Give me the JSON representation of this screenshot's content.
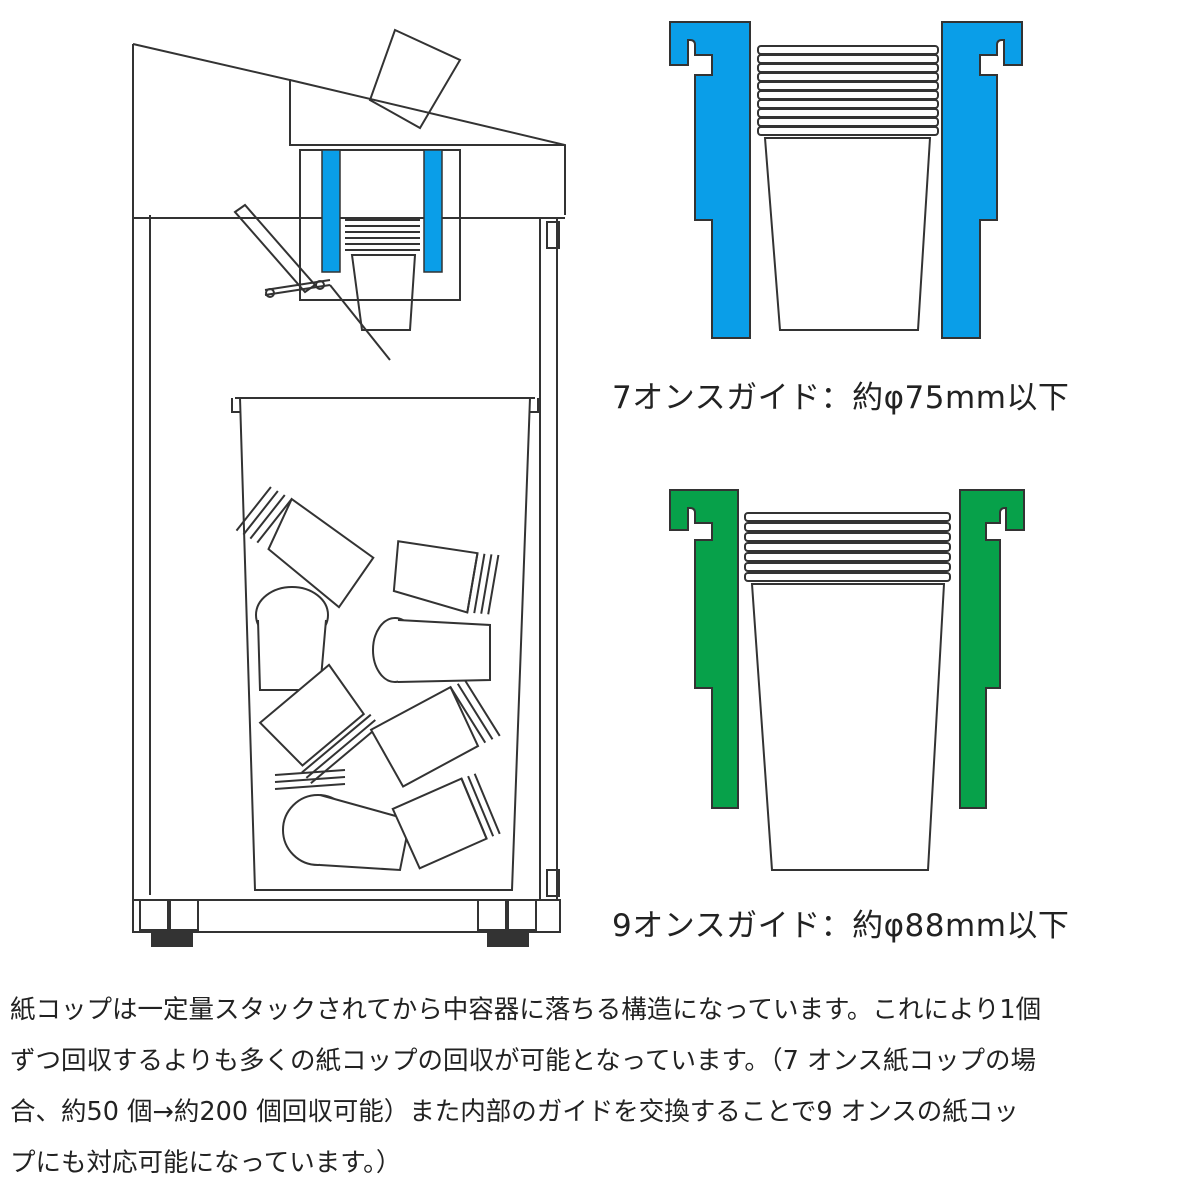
{
  "guides": {
    "oz7": {
      "caption": "7オンスガイド：約φ75mm以下",
      "color": "#0a9ee8"
    },
    "oz9": {
      "caption": "9オンスガイド：約φ88mm以下",
      "color": "#07a14a"
    }
  },
  "description": {
    "lines": [
      "紙コップは一定量スタックされてから中容器に落ちる構造になっています。これにより1個",
      "ずつ回収するよりも多くの紙コップの回収が可能となっています。（7 オンス紙コップの場",
      "合、約50 個→約200 個回収可能）また内部のガイドを交換することで9 オンスの紙コッ",
      "プにも対応可能になっています。）"
    ]
  },
  "colors": {
    "line": "#333333",
    "blue_guide": "#0a9ee8",
    "green_guide": "#07a14a"
  }
}
